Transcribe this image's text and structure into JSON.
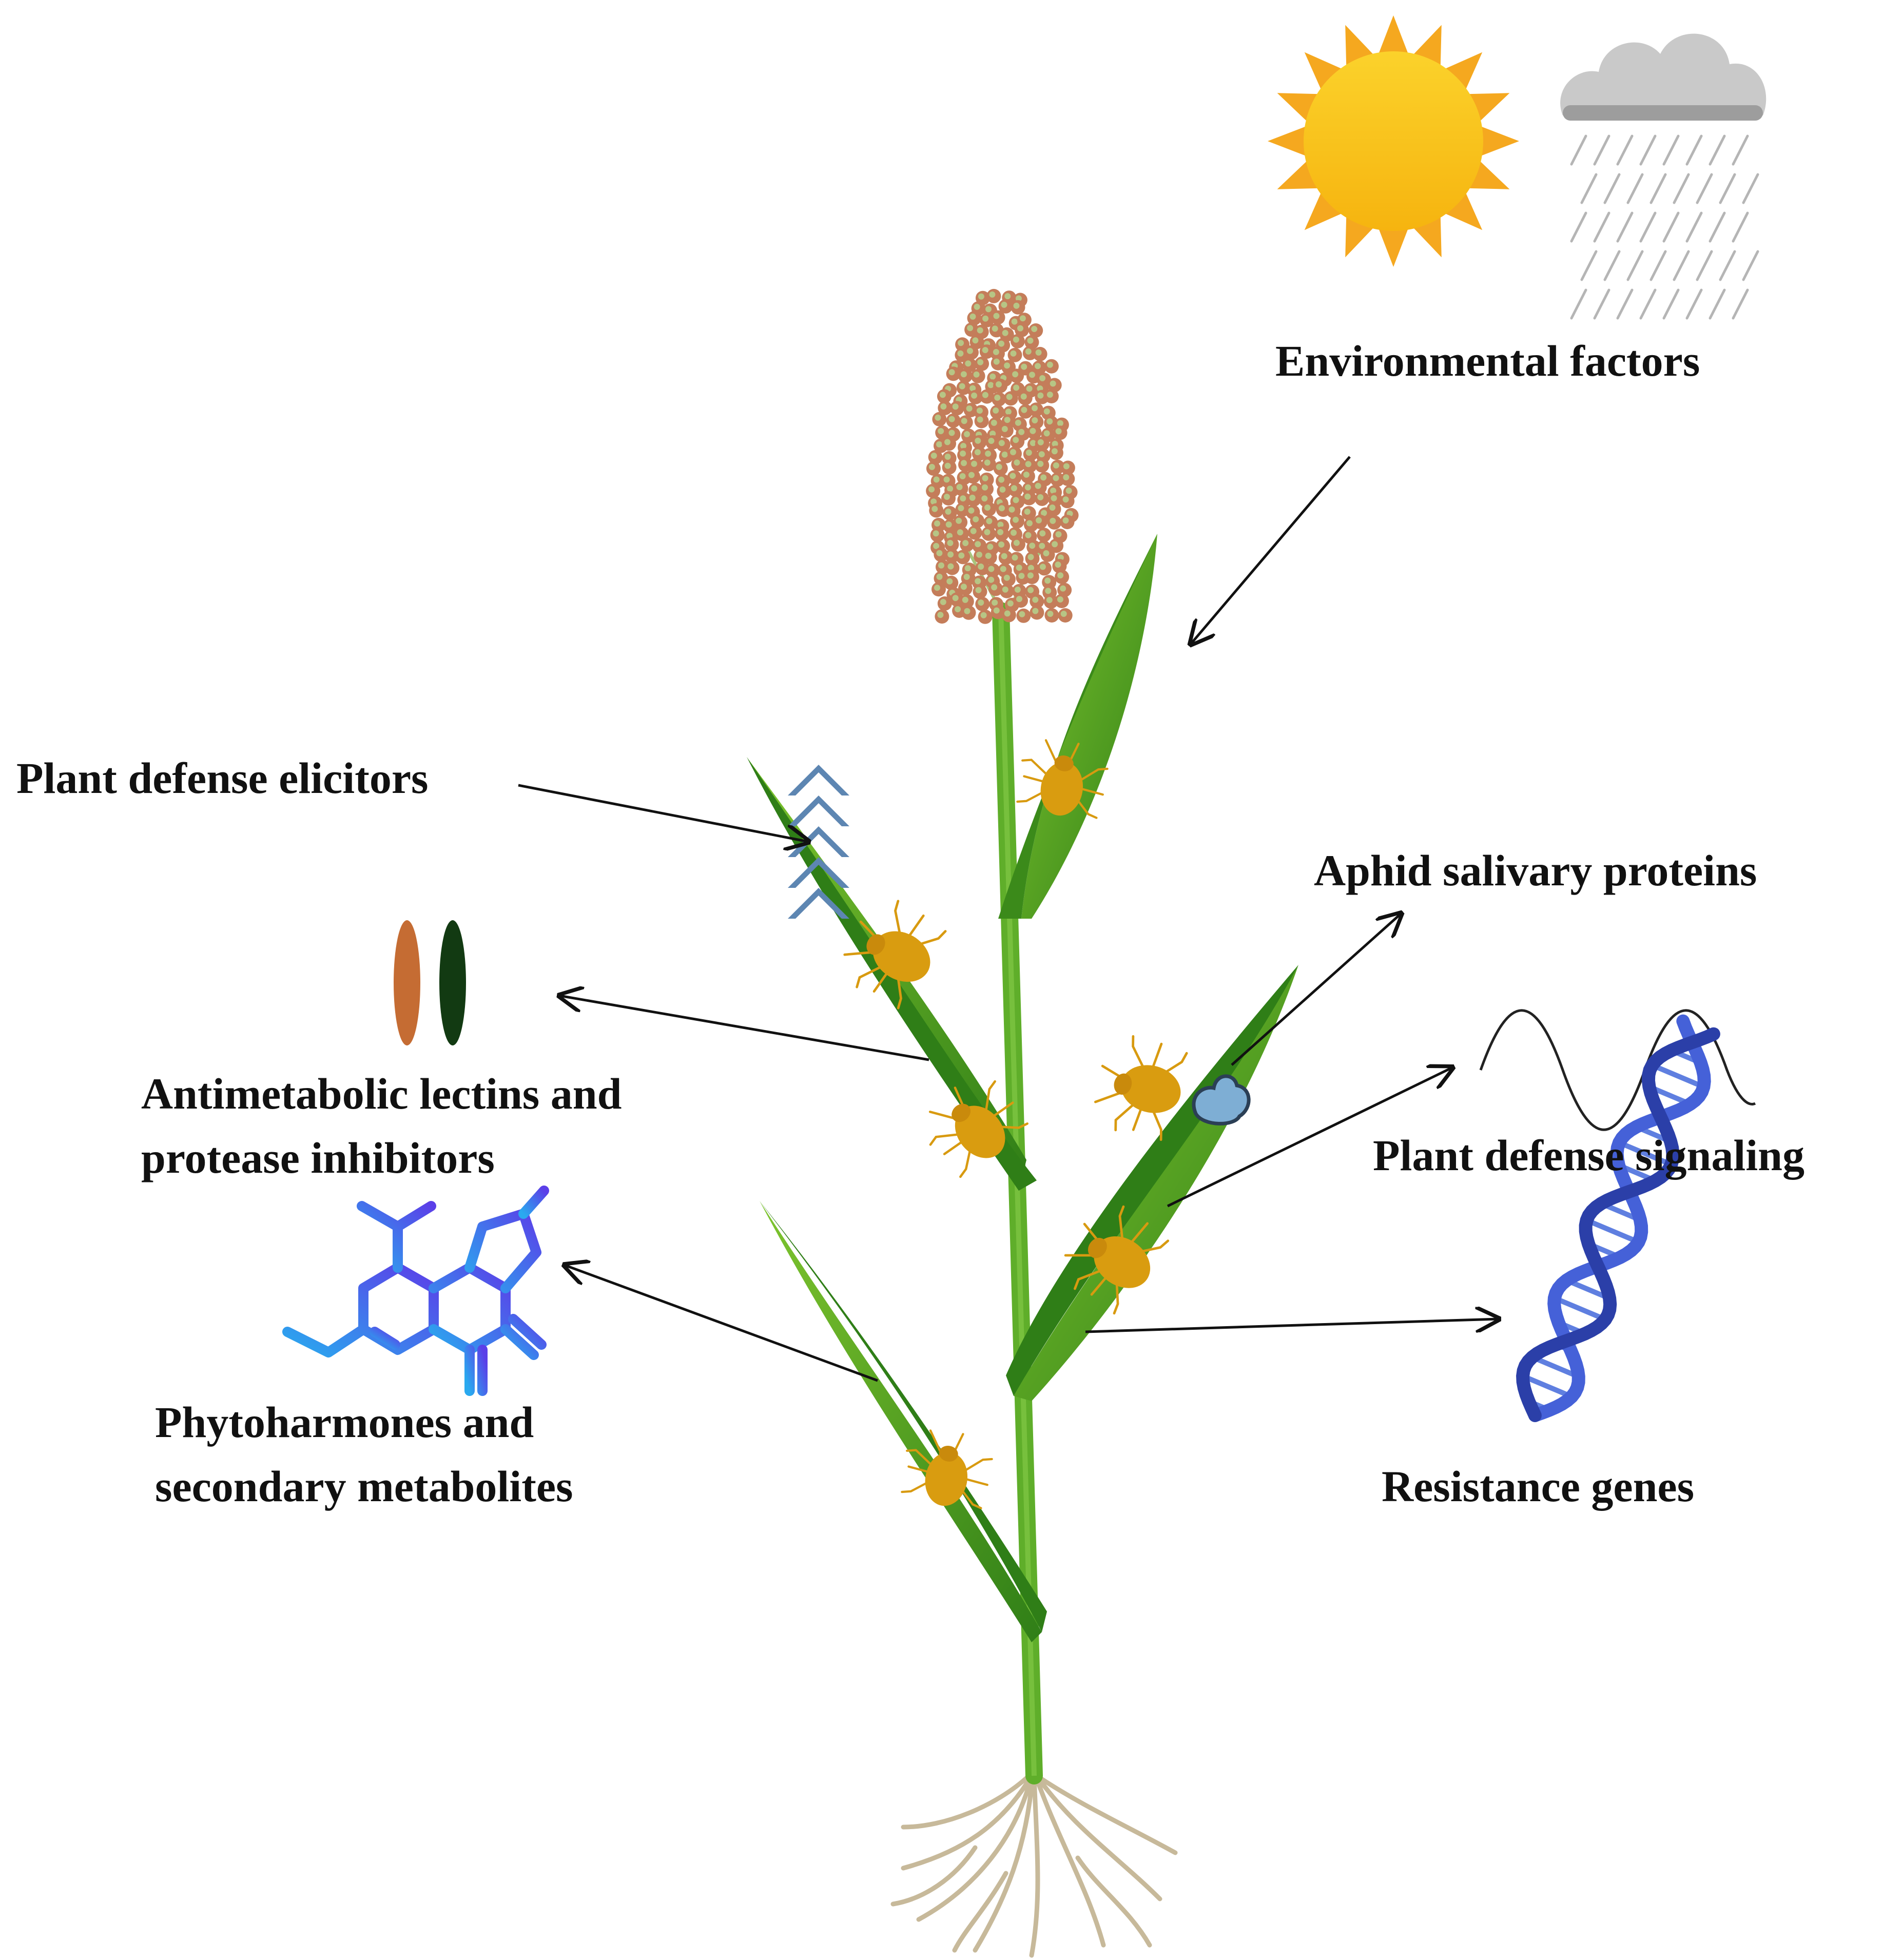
{
  "labels": {
    "environmental": "Environmental factors",
    "elicitors": "Plant defense elicitors",
    "lectins_line1": "Antimetabolic lectins and",
    "lectins_line2": "protease inhibitors",
    "phyto_line1": "Phytoharmones and",
    "phyto_line2": "secondary metabolites",
    "salivary": "Aphid salivary proteins",
    "signaling": "Plant defense signaling",
    "resistance": "Resistance genes"
  },
  "icons": {
    "sun": "sun-icon",
    "cloud": "rain-cloud-icon",
    "elicitor": "chevron-stack-icon",
    "lectin": "capsule-pair-icon",
    "molecule": "molecule-icon",
    "protein": "protein-blob-icon",
    "wave": "sine-wave-icon",
    "dna": "dna-helix-icon",
    "aphid": "aphid-icon"
  },
  "colors": {
    "leaf": "#4f9e1e",
    "leaf_light": "#79c22d",
    "stem": "#5fae2a",
    "seed": "#c98a5e",
    "seed_light": "#b9c985",
    "aphid": "#d89a10",
    "sun": "#f7c51b",
    "sun_ray": "#f5a81f",
    "cloud": "#c9c9c9",
    "rain": "#b5b5b5",
    "chevron": "#5d86b2",
    "capsule_orange": "#c56c33",
    "capsule_green": "#123a12",
    "molecule_a": "#2aa9ef",
    "molecule_b": "#5b52e8",
    "dna": "#3a55c8",
    "arrow": "#111111"
  }
}
